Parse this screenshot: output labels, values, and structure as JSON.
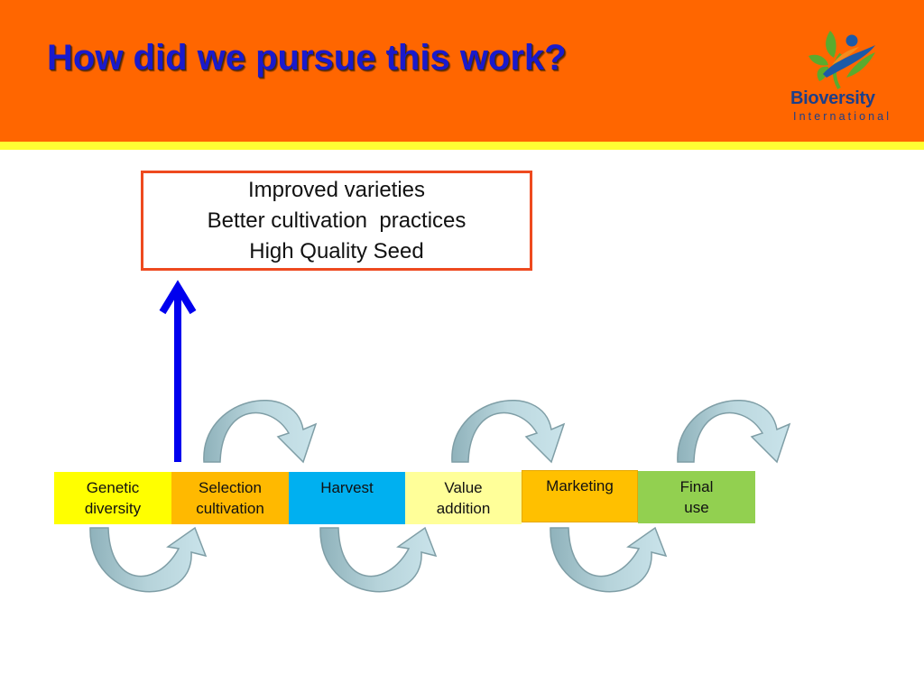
{
  "slide": {
    "title": "How did we pursue this work?",
    "logo": {
      "name": "Bioversity",
      "subtitle": "International"
    },
    "outcome_box": {
      "lines": [
        "Improved varieties",
        "Better cultivation  practices",
        "High Quality Seed"
      ]
    },
    "stages": [
      {
        "label": "Genetic\ndiversity",
        "color": "#ffff00"
      },
      {
        "label": "Selection\ncultivation",
        "color": "#ffb900"
      },
      {
        "label": "Harvest",
        "color": "#00b0f0"
      },
      {
        "label": "Value\naddition",
        "color": "#ffff99"
      },
      {
        "label": "Marketing",
        "color": "#ffc000"
      },
      {
        "label": "Final\nuse",
        "color": "#92d050"
      }
    ],
    "colors": {
      "header": "#ff6600",
      "header_stripe": "#ffff33",
      "title": "#1a1acc",
      "outcome_border": "#ee4a1f",
      "upward_arrow": "#0000ee",
      "cycle_arrows": "#a9cdd6"
    }
  }
}
